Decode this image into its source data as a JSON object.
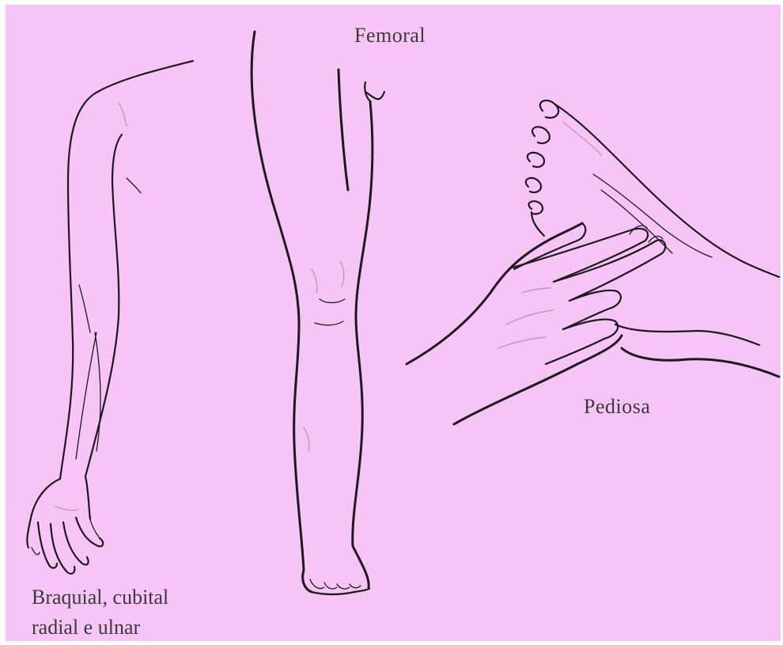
{
  "labels": {
    "femoral": "Femoral",
    "pediosa": "Pediosa",
    "braquial_line1": "Braquial, cubital",
    "braquial_line2": "radial e ulnar"
  },
  "colors": {
    "background": "#f7c5f5",
    "stroke": "#1c1a1c",
    "text": "#3a3a3a"
  }
}
